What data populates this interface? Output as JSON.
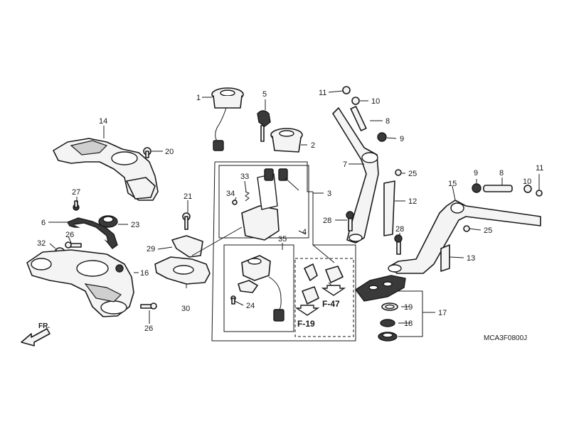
{
  "callouts": {
    "c1": "1",
    "c2": "2",
    "c3": "3",
    "c4": "4",
    "c5": "5",
    "c6": "6",
    "c7": "7",
    "c8a": "8",
    "c8b": "8",
    "c9a": "9",
    "c9b": "9",
    "c10a": "10",
    "c10b": "10",
    "c11a": "11",
    "c11b": "11",
    "c12": "12",
    "c13": "13",
    "c14": "14",
    "c15": "15",
    "c16": "16",
    "c17": "17",
    "c18": "18",
    "c19": "19",
    "c20": "20",
    "c21": "21",
    "c23": "23",
    "c24": "24",
    "c25a": "25",
    "c25b": "25",
    "c26a": "26",
    "c26b": "26",
    "c27": "27",
    "c28a": "28",
    "c28b": "28",
    "c29": "29",
    "c30": "30",
    "c32": "32",
    "c33": "33",
    "c34": "34",
    "c35": "35"
  },
  "references": {
    "f47": "F-47",
    "f19": "F-19"
  },
  "direction_label": "FR.",
  "diagram_code": "MCA3F0800J"
}
